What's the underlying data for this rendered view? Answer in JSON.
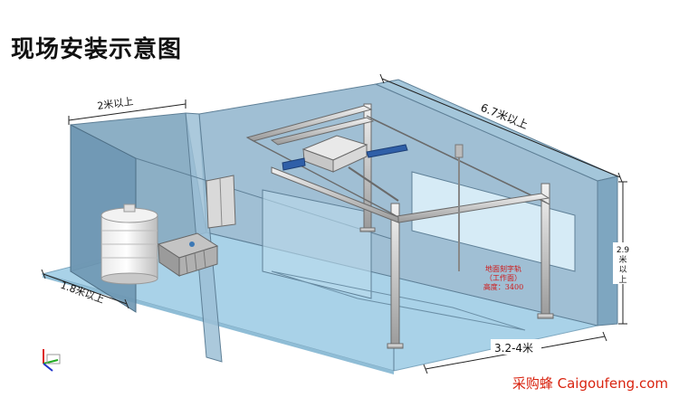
{
  "title": "现场安装示意图",
  "dims": {
    "left_width": "2米以上",
    "total_length": "6.7米以上",
    "height_chars": [
      "2.9",
      "米",
      "以",
      "上"
    ],
    "depth": "1.8米以上",
    "bay_width": "3.2-4米"
  },
  "note_lines": [
    "地面刻字轨",
    "（工作面）",
    "高度：3400"
  ],
  "watermark": "采购蜂 Caigoufeng.com"
}
